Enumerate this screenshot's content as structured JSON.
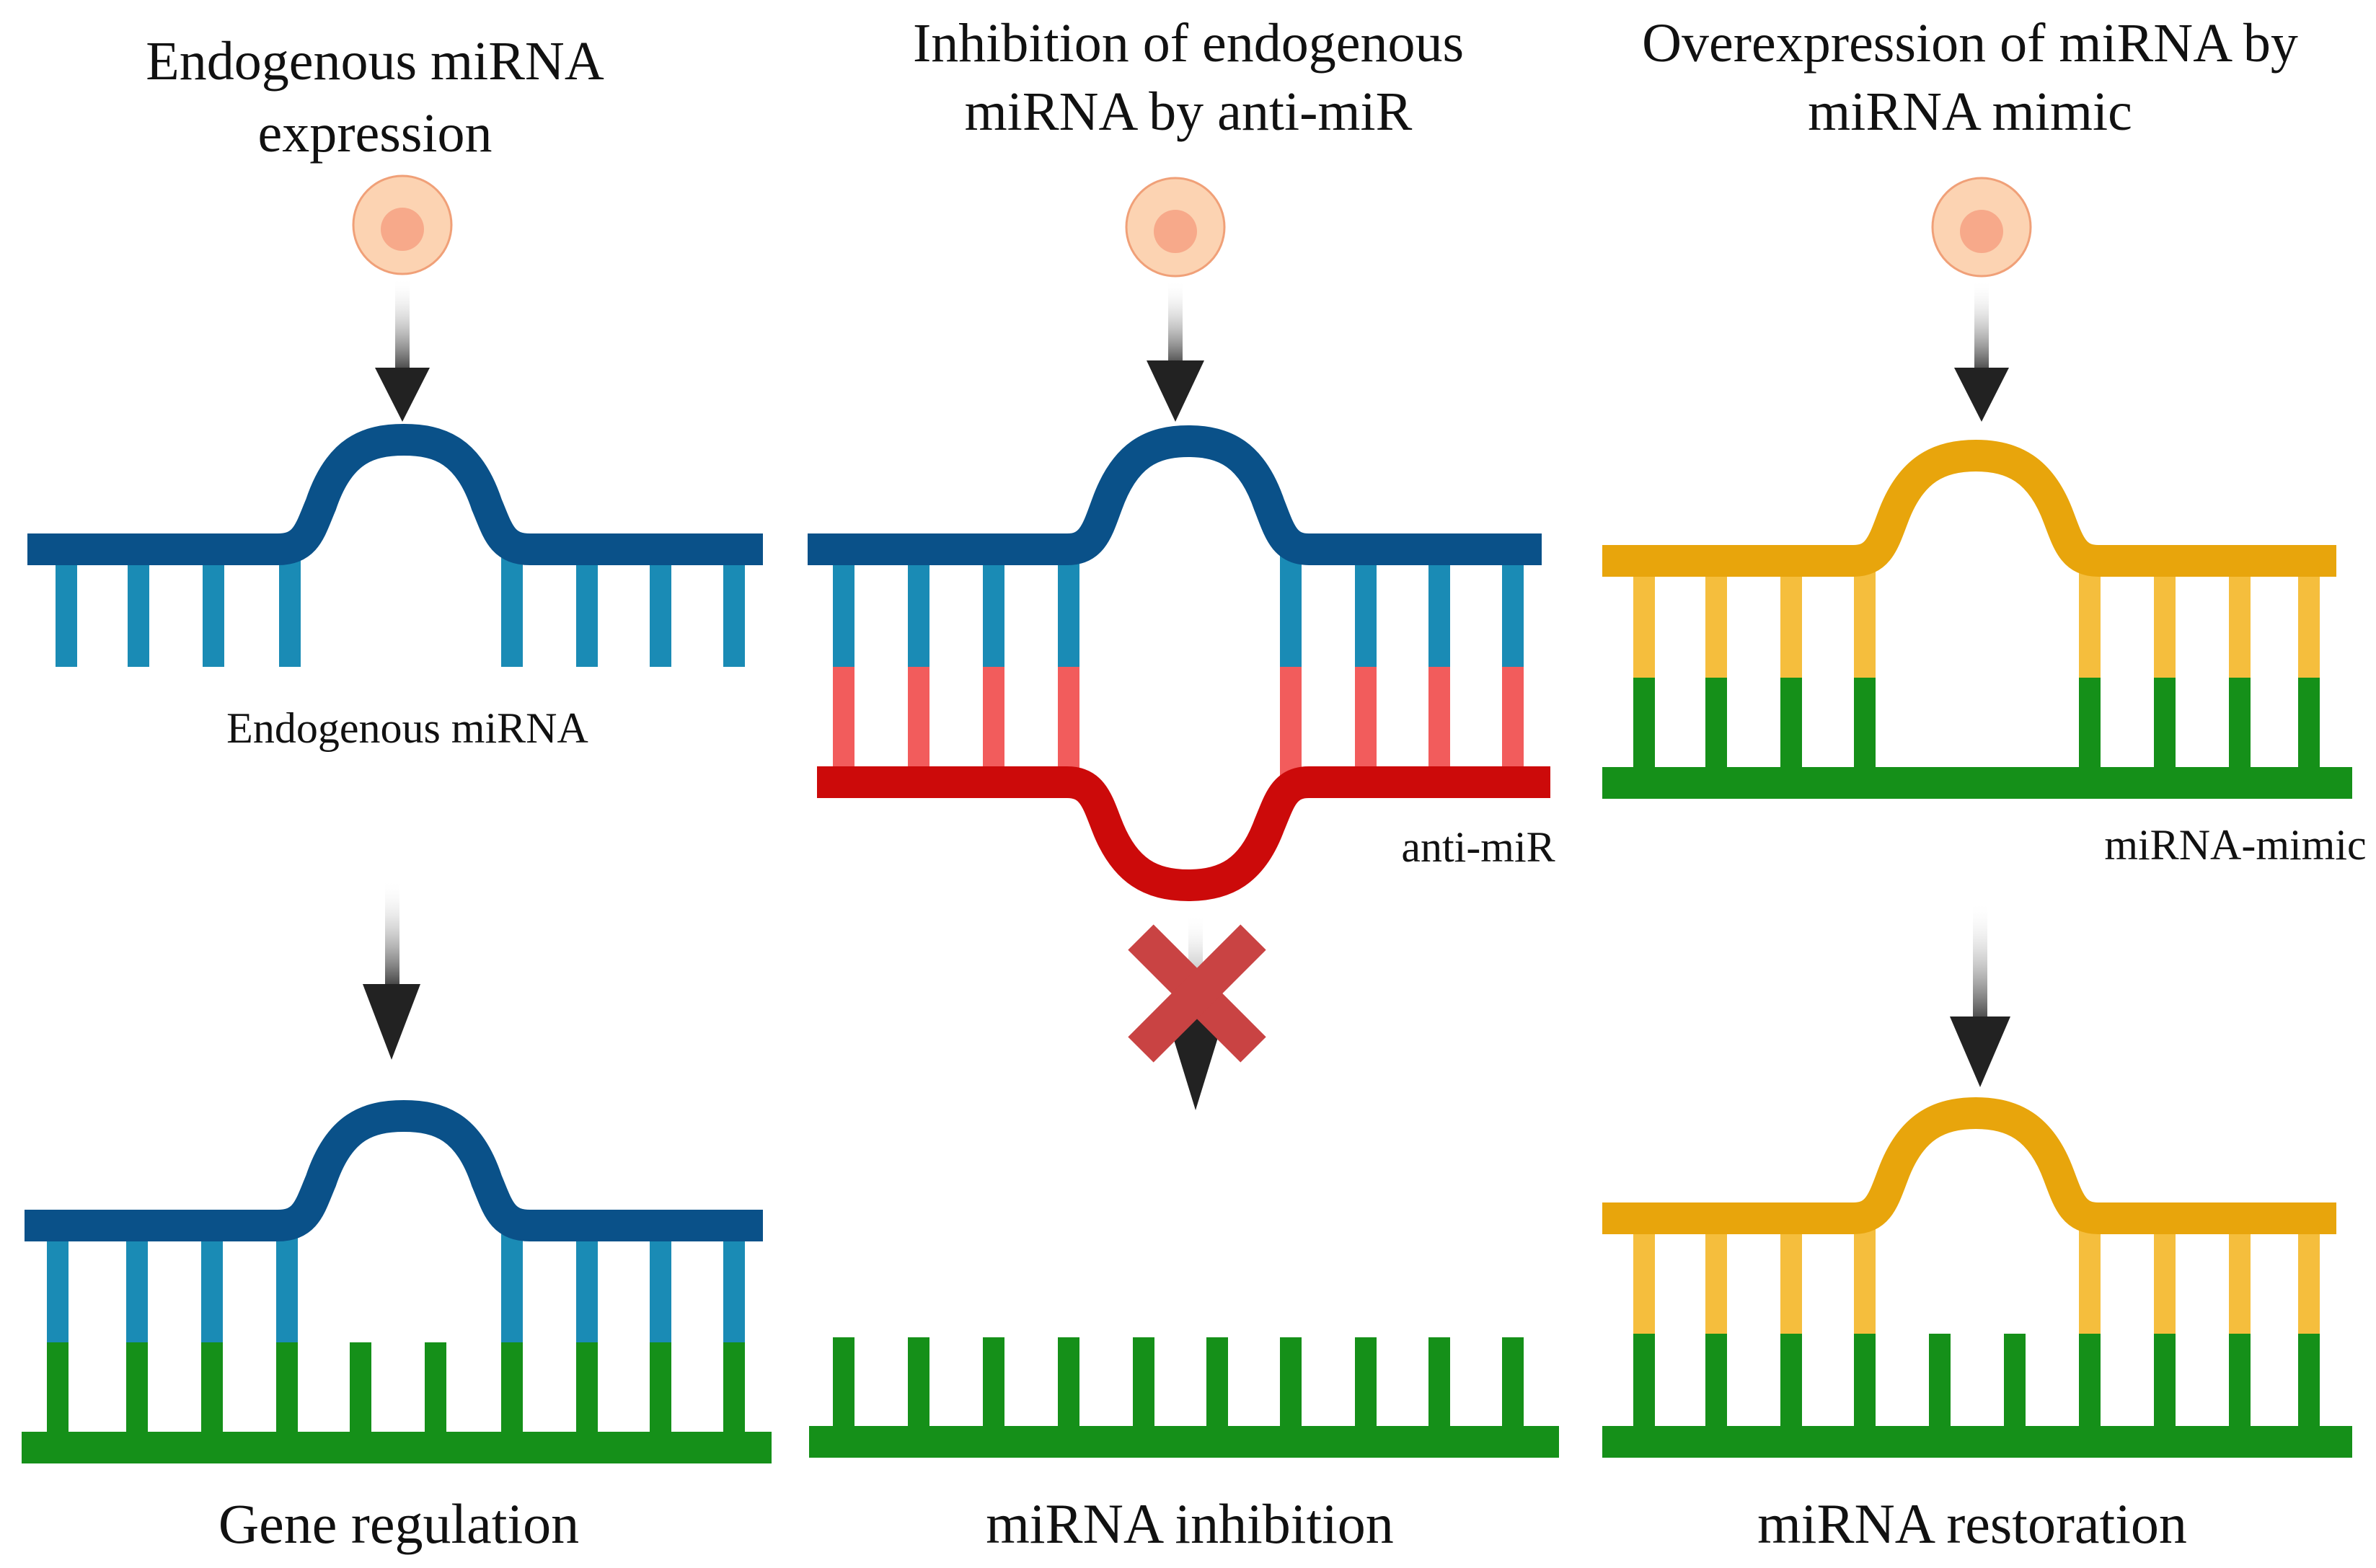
{
  "panels": [
    {
      "title_lines": [
        "Endogenous miRNA",
        "expression"
      ],
      "strand_label": "Endogenous miRNA",
      "result_label": "Gene regulation"
    },
    {
      "title_lines": [
        "Inhibition of endogenous",
        "miRNA by anti-miR"
      ],
      "strand_label": "anti-miR",
      "result_label": "miRNA inhibition"
    },
    {
      "title_lines": [
        "Overexpression of miRNA by",
        "miRNA mimic"
      ],
      "strand_label": "miRNA-mimic",
      "result_label": "miRNA restoration"
    }
  ],
  "colors": {
    "endogenous_backbone": "#0a5189",
    "endogenous_teeth": "#1a8bb5",
    "antimir_backbone": "#cc0a0a",
    "antimir_teeth": "#f25c5c",
    "mimic_backbone": "#e8a50c",
    "mimic_teeth": "#f5be3d",
    "target_mrna": "#159019",
    "arrow": "#222222",
    "block_mark": "#c94343",
    "cell_outer": "#fcd3b2",
    "cell_inner": "#f7a98a"
  }
}
